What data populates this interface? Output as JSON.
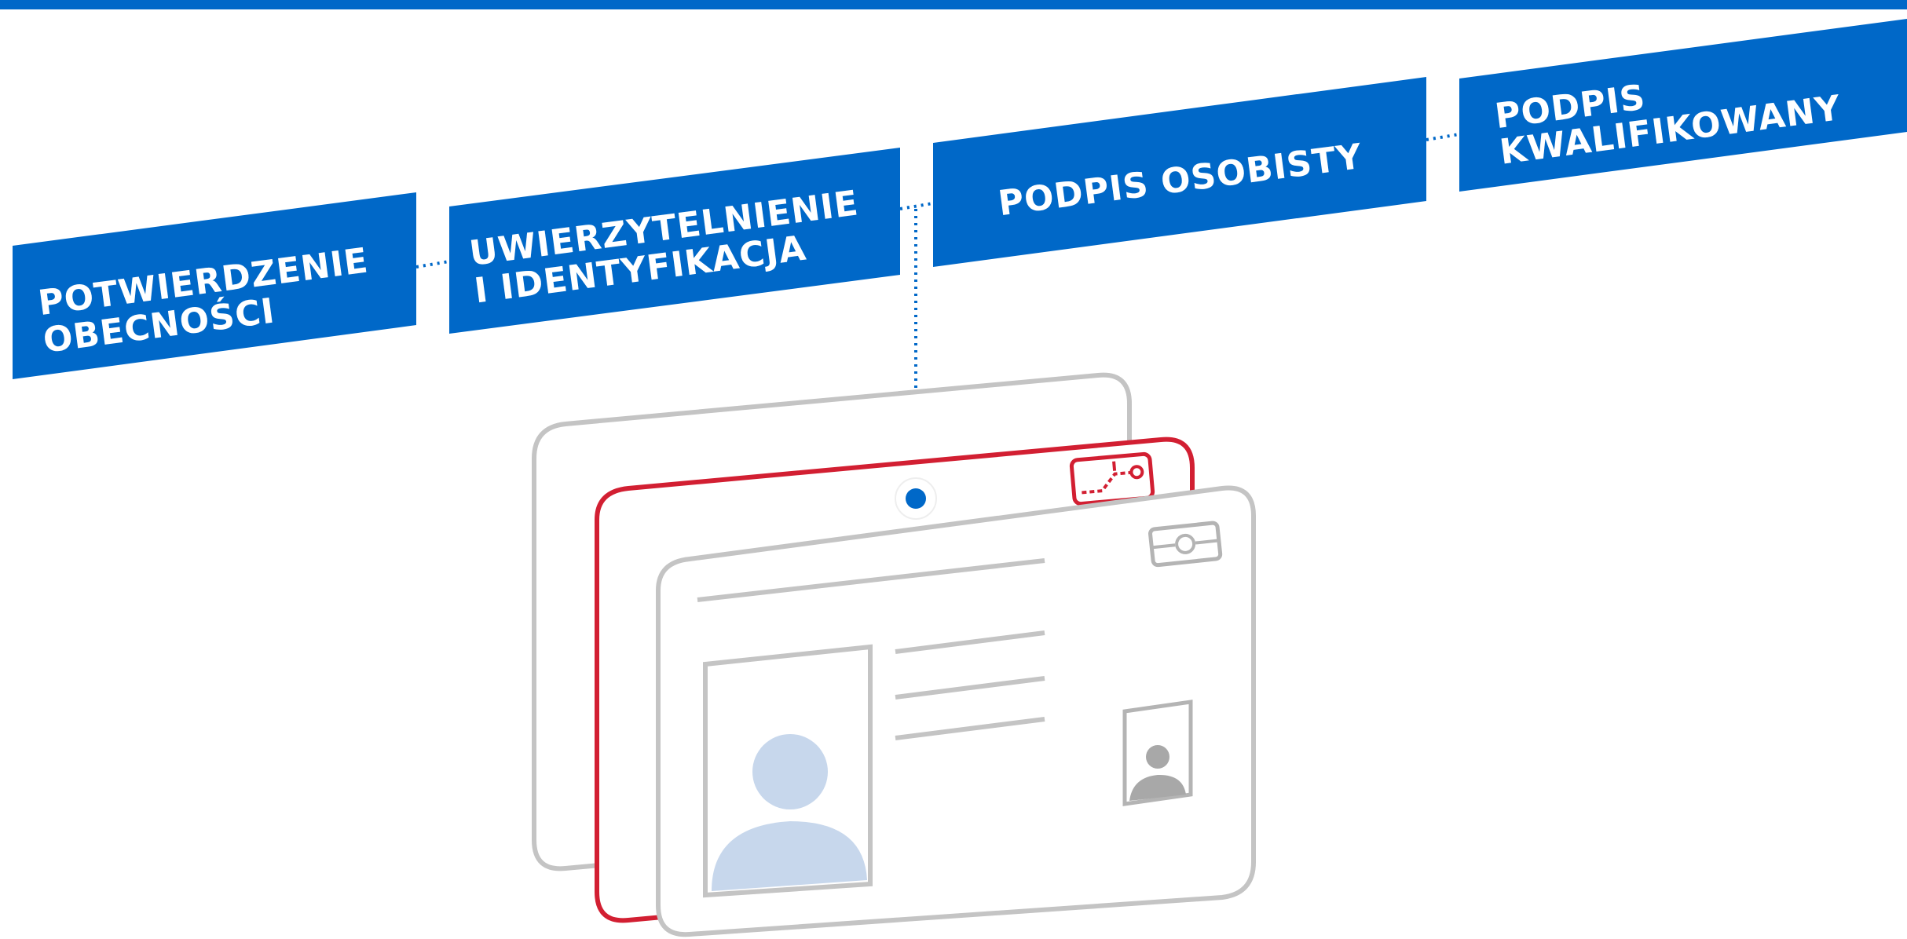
{
  "stages": [
    {
      "lines": [
        "POTWIERDZENIE",
        "OBECNOŚCI"
      ]
    },
    {
      "lines": [
        "UWIERZYTELNIENIE",
        "I IDENTYFIKACJA"
      ]
    },
    {
      "lines": [
        "PODPIS OSOBISTY"
      ]
    },
    {
      "lines": [
        "PODPIS",
        "KWALIFIKOWANY"
      ]
    }
  ],
  "colors": {
    "brand_blue": "#0068c8",
    "card_gray": "#c4c4c4",
    "card_red": "#d21f32",
    "photo_fill": "#c7d7ec"
  },
  "icons": {
    "chip": "chip-icon",
    "chip_circuit": "circuit-chip-icon",
    "person": "person-silhouette-icon"
  }
}
